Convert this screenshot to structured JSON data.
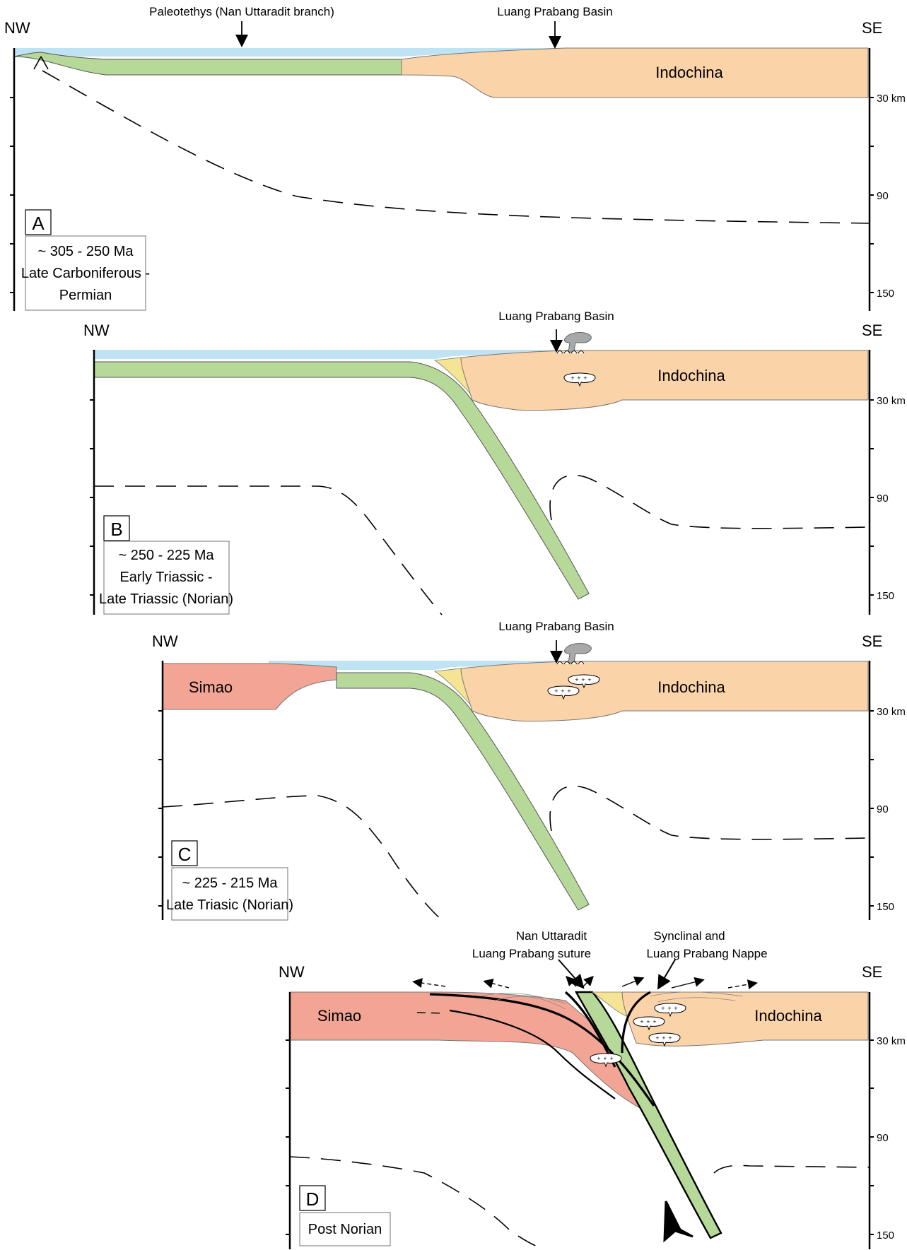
{
  "colors": {
    "ocean": "#bfe3f2",
    "oceanic_crust": "#b6d99a",
    "indochina": "#fbd3a8",
    "simao": "#f2a594",
    "accretion": "#f5e493",
    "volcano": "#a7a8a9",
    "outline": "#000000"
  },
  "icons": {
    "arrow": "down-arrow-icon",
    "volcano": "volcano-icon",
    "pluton": "pluton-icon"
  },
  "panels": [
    {
      "letter": "A",
      "age": "~ 305 - 250 Ma",
      "period_line1": "Late Carboniferous -",
      "period_line2": "Permian",
      "nw": "NW",
      "se": "SE",
      "callout1": "Paleotethys (Nan Uttaradit branch)",
      "callout2": "Luang Prabang Basin",
      "indochina": "Indochina",
      "depths": [
        "30 km",
        "90",
        "150"
      ]
    },
    {
      "letter": "B",
      "age": "~ 250 - 225 Ma",
      "period_line1": "Early Triassic -",
      "period_line2": "Late Triassic (Norian)",
      "nw": "NW",
      "se": "SE",
      "callout": "Luang Prabang Basin",
      "indochina": "Indochina",
      "depths": [
        "30 km",
        "90",
        "150"
      ]
    },
    {
      "letter": "C",
      "age": "~ 225 - 215 Ma",
      "period_line1": "Late Triasic (Norian)",
      "nw": "NW",
      "se": "SE",
      "callout": "Luang Prabang Basin",
      "simao": "Simao",
      "indochina": "Indochina",
      "depths": [
        "30 km",
        "90",
        "150"
      ]
    },
    {
      "letter": "D",
      "period_line1": "Post Norian",
      "nw": "NW",
      "se": "SE",
      "callout1_line1": "Nan Uttaradit",
      "callout1_line2": "Luang Prabang suture",
      "callout2_line1": "Synclinal and",
      "callout2_line2": "Luang Prabang Nappe",
      "simao": "Simao",
      "indochina": "Indochina",
      "depths": [
        "30 km",
        "90",
        "150"
      ]
    }
  ]
}
